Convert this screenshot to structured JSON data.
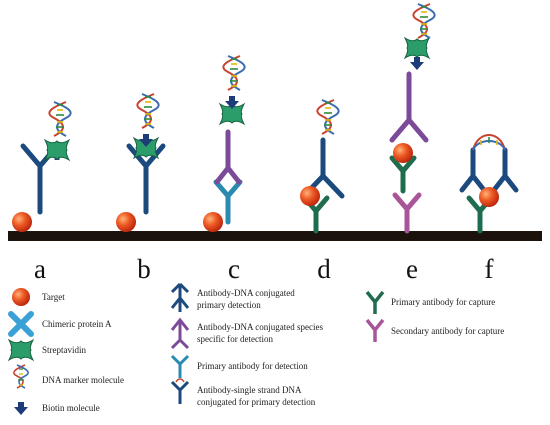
{
  "panel_labels": [
    "a",
    "b",
    "c",
    "d",
    "e",
    "f"
  ],
  "legend": {
    "target": "Target",
    "chimeric_protein_a": "Chimeric protein A",
    "streptavidin": "Streptavidin",
    "dna_marker": "DNA marker molecule",
    "biotin": "Biotin molecule",
    "ab_dna_primary_1": "Antibody-DNA conjugated",
    "ab_dna_primary_2": "primary detection",
    "ab_dna_species_1": "Antibody-DNA conjugated species",
    "ab_dna_species_2": "specific for detection",
    "primary_detection": "Primary antibody for detection",
    "ab_ssdna_1": "Antibody-single strand DNA",
    "ab_ssdna_2": "conjugated for primary detection",
    "primary_capture": "Primary antibody for capture",
    "secondary_capture": "Secondary antibody for capture"
  },
  "colors": {
    "surface": "#1c120c",
    "target": "#e8401c",
    "antibody_navy": "#1c4a7e",
    "antibody_purple": "#7b4a98",
    "antibody_teal": "#2b8ab0",
    "antibody_green": "#1f6d4e",
    "antibody_magenta": "#a8559a",
    "streptavidin": "#2a9d6a",
    "chimeric": "#3aa0d8",
    "biotin": "#1c3d7a"
  }
}
